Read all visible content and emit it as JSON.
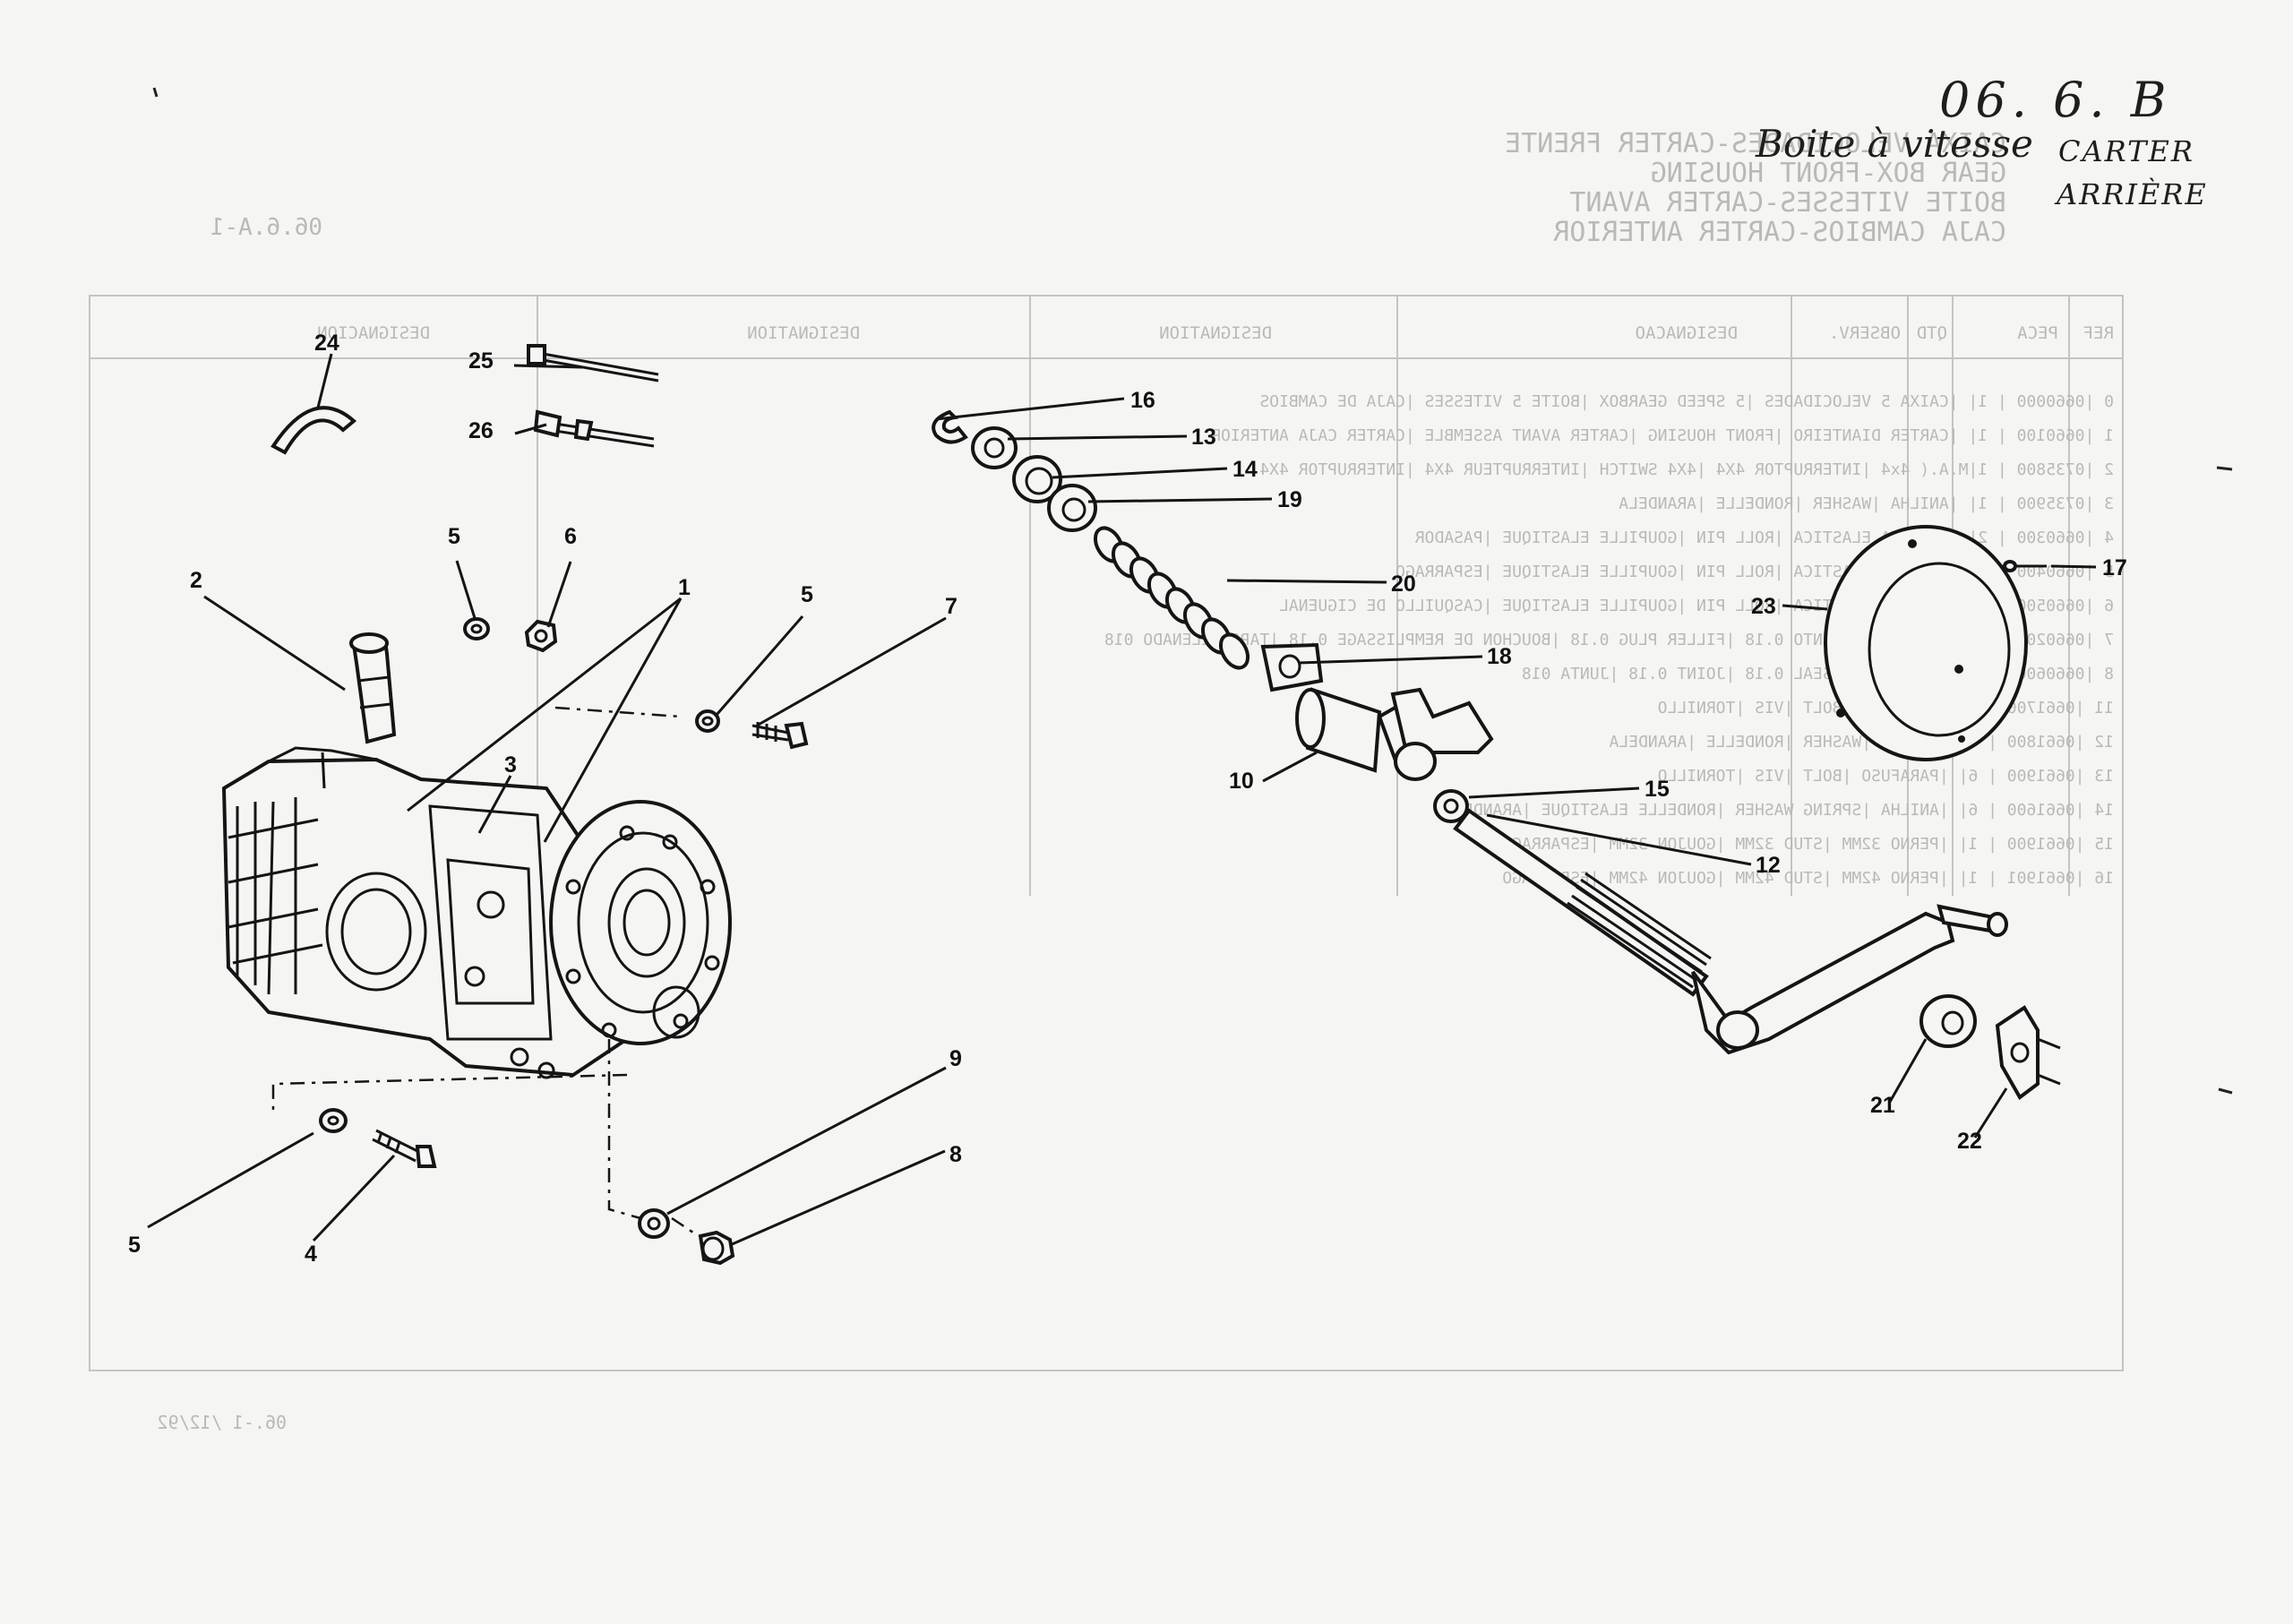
{
  "handwritten": {
    "reference": "06. 6. B",
    "title": "Boite à vitesse",
    "subtitle_line1": "CARTER",
    "subtitle_line2": "ARRIÈRE"
  },
  "show_through": {
    "heading_lines": [
      "CAIXA VELOCIDADES-CARTER FRENTE",
      "GEAR BOX-FRONT HOUSING",
      "BOITE VITESSES-CARTER AVANT",
      "CAJA CAMBIOS-CARTER ANTERIOR"
    ],
    "page_code": "06.6.A-1",
    "table_headers": [
      "REF",
      "PECA",
      "QTD",
      "OBSERV.",
      "DESIGNACAO",
      "DESIGNATION",
      "DESIGNATION",
      "DESIGNACION"
    ],
    "table_rows": [
      "0 |0660000 | 1| |CAIXA 5 VELOCIDADES |5 SPEED GEARBOX |BOITE 5 VITESSES |CAJA DE CAMBIOS",
      "1 |0660100 | 1| |CARTER DIANTEIRO |FRONT HOUSING |CARTER AVANT ASSEMBLE |CARTER CAJA ANTERIOR",
      "2 |0735800 | 1|M.A.( 4x4 |INTERRUPTOR 4X4 |4X4 SWITCH |INTERRUPTEUR 4X4 |INTERRUPTOR 4X4",
      "3 |0735900 | 1| |ANILHA |WASHER |RONDELLE |ARANDELA",
      "4 |0660300 | 2| |CAVILHA ELASTICA |ROLL PIN |GOUPILLE ELASTIQUE |PASADOR",
      "5 |0660400 | 2| |CAVILHA ELASTICA |ROLL PIN |GOUPILLE ELASTIQUE |ESPARRAGO",
      "6 |0660500 | 2| |CAVILHA ELASTICA |ROLL PIN |GOUPILLE ELASTIQUE |CASQUILLO DE CIGUENAL",
      "7 |0660200 | 1| |BUJAO ENCHIMENTO 0.18 |FILLER PLUG 0.18 |BOUCHON DE REMPLISSAGE 0.18 |TAPON LLENADO 018",
      "8 |0660600 | 1| |JUNTA 0.18 |SEAL 0.18 |JOINT 0.18 |JUNTA 018",
      "11 |0661700 | 6| |PARAFUSO |BOLT |VIS |TORNILLO",
      "12 |0661800 | 6| |ANILHA |WASHER |RONDELLE |ARANDELA",
      "13 |0661900 | 6| |PARAFUSO |BOLT |VIS |TORNILLO",
      "14 |0661600 | 6| |ANILHA |SPRING WASHER |RONDELLE ELASTIQUE |ARANDELA",
      "15 |0661900 | 1| |PERNO 32MM |STUD 32MM |GOUJON 32MM |ESPARRAGO",
      "16 |0661901 | 1| |PERNO 42MM |STUD 42MM |GOUJON 42MM |ESPARRAGO"
    ],
    "footer": "06.-1 /12/92"
  },
  "callouts": [
    "24",
    "25",
    "26",
    "2",
    "5",
    "6",
    "1",
    "5",
    "7",
    "3",
    "5",
    "4",
    "9",
    "8",
    "16",
    "13",
    "14",
    "19",
    "20",
    "18",
    "10",
    "15",
    "12",
    "23",
    "17",
    "21",
    "22"
  ]
}
